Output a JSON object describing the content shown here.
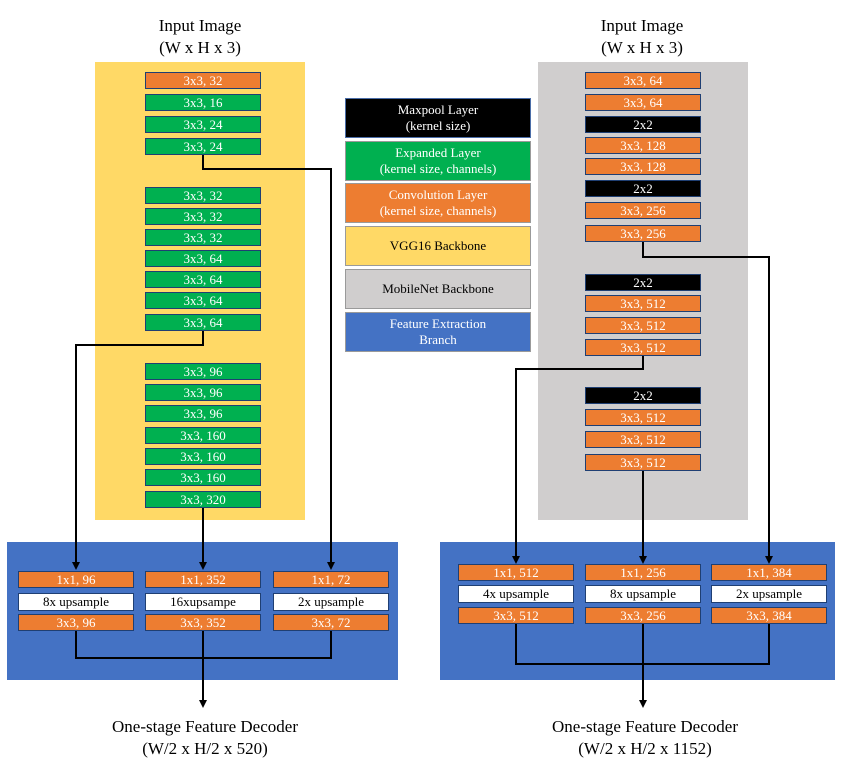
{
  "left": {
    "input_title": "Input Image",
    "input_dims": "(W x H x 3)",
    "backbone_layers": [
      {
        "label": "3x3, 32",
        "kind": "conv"
      },
      {
        "label": "3x3, 16",
        "kind": "expanded"
      },
      {
        "label": "3x3, 24",
        "kind": "expanded"
      },
      {
        "label": "3x3, 24",
        "kind": "expanded"
      },
      {
        "label": "3x3, 32",
        "kind": "expanded"
      },
      {
        "label": "3x3, 32",
        "kind": "expanded"
      },
      {
        "label": "3x3, 32",
        "kind": "expanded"
      },
      {
        "label": "3x3, 64",
        "kind": "expanded"
      },
      {
        "label": "3x3, 64",
        "kind": "expanded"
      },
      {
        "label": "3x3, 64",
        "kind": "expanded"
      },
      {
        "label": "3x3, 64",
        "kind": "expanded"
      },
      {
        "label": "3x3, 96",
        "kind": "expanded"
      },
      {
        "label": "3x3, 96",
        "kind": "expanded"
      },
      {
        "label": "3x3, 96",
        "kind": "expanded"
      },
      {
        "label": "3x3, 160",
        "kind": "expanded"
      },
      {
        "label": "3x3, 160",
        "kind": "expanded"
      },
      {
        "label": "3x3, 160",
        "kind": "expanded"
      },
      {
        "label": "3x3, 320",
        "kind": "expanded"
      }
    ],
    "branches": [
      {
        "conv_in": "1x1, 96",
        "upsample": "8x upsample",
        "conv_out": "3x3, 96"
      },
      {
        "conv_in": "1x1, 352",
        "upsample": "16xupsampe",
        "conv_out": "3x3, 352"
      },
      {
        "conv_in": "1x1, 72",
        "upsample": "2x upsample",
        "conv_out": "3x3, 72"
      }
    ],
    "output_title": "One-stage Feature Decoder",
    "output_dims": "(W/2 x H/2 x 520)"
  },
  "right": {
    "input_title": "Input Image",
    "input_dims": "(W x H x 3)",
    "backbone_layers": [
      {
        "label": "3x3, 64",
        "kind": "conv"
      },
      {
        "label": "3x3, 64",
        "kind": "conv"
      },
      {
        "label": "2x2",
        "kind": "maxpool"
      },
      {
        "label": "3x3, 128",
        "kind": "conv"
      },
      {
        "label": "3x3, 128",
        "kind": "conv"
      },
      {
        "label": "2x2",
        "kind": "maxpool"
      },
      {
        "label": "3x3, 256",
        "kind": "conv"
      },
      {
        "label": "3x3, 256",
        "kind": "conv"
      },
      {
        "label": "2x2",
        "kind": "maxpool"
      },
      {
        "label": "3x3, 512",
        "kind": "conv"
      },
      {
        "label": "3x3, 512",
        "kind": "conv"
      },
      {
        "label": "3x3, 512",
        "kind": "conv"
      },
      {
        "label": "2x2",
        "kind": "maxpool"
      },
      {
        "label": "3x3, 512",
        "kind": "conv"
      },
      {
        "label": "3x3, 512",
        "kind": "conv"
      },
      {
        "label": "3x3, 512",
        "kind": "conv"
      }
    ],
    "branches": [
      {
        "conv_in": "1x1, 512",
        "upsample": "4x upsample",
        "conv_out": "3x3, 512"
      },
      {
        "conv_in": "1x1, 256",
        "upsample": "8x upsample",
        "conv_out": "3x3, 256"
      },
      {
        "conv_in": "1x1, 384",
        "upsample": "2x upsample",
        "conv_out": "3x3, 384"
      }
    ],
    "output_title": "One-stage Feature Decoder",
    "output_dims": "(W/2 x H/2 x 1152)"
  },
  "legend": {
    "maxpool": {
      "line1": "Maxpool Layer",
      "line2": "(kernel size)"
    },
    "expanded": {
      "line1": "Expanded Layer",
      "line2": "(kernel size, channels)"
    },
    "conv": {
      "line1": "Convolution  Layer",
      "line2": "(kernel size, channels)"
    },
    "vgg": "VGG16 Backbone",
    "mobilenet": "MobileNet Backbone",
    "feature": {
      "line1": "Feature Extraction",
      "line2": "Branch"
    }
  },
  "colors": {
    "vgg_bg": "#ffd966",
    "mobilenet_bg": "#d0cece",
    "feature_bg": "#4472c4",
    "expanded": "#00b050",
    "conv": "#ed7d31",
    "maxpool": "#000000"
  }
}
